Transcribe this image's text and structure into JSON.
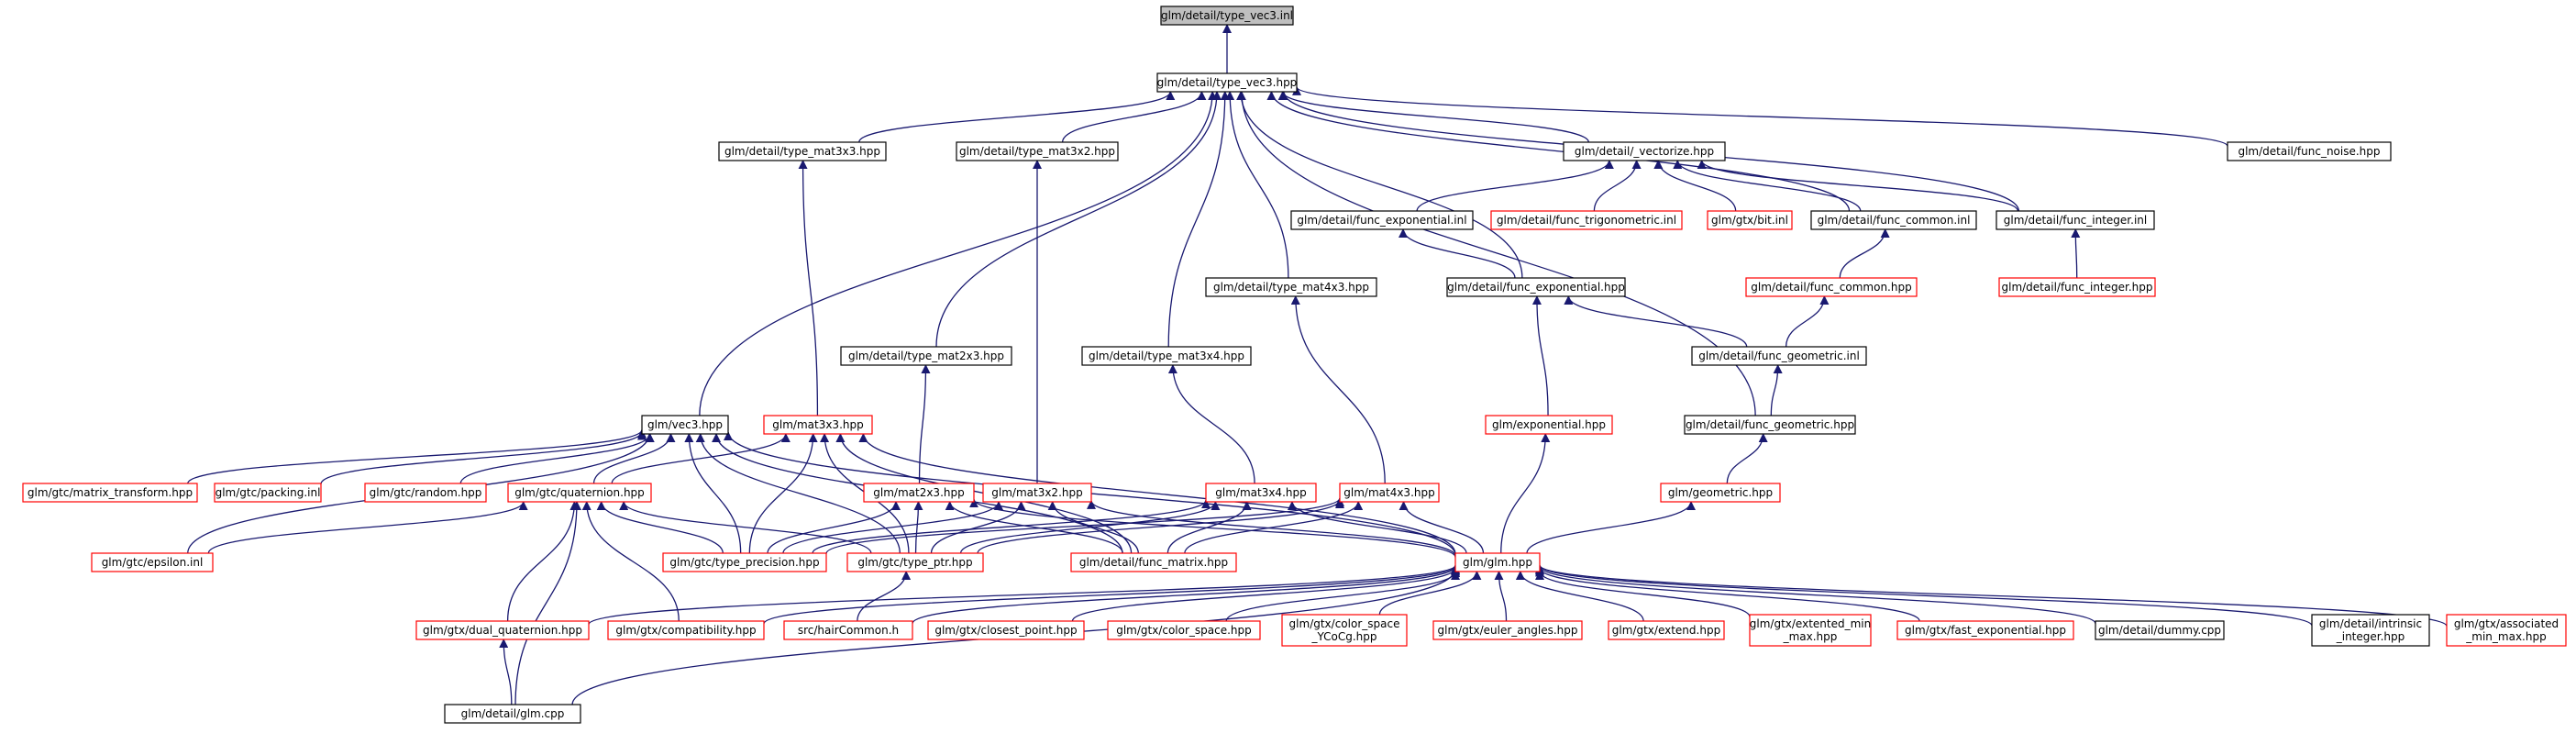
{
  "colors": {
    "edge": "#191970",
    "border_default": "#000000",
    "border_undocumented": "#ff0000",
    "root_fill": "#bfbfbf",
    "node_fill": "#ffffff"
  },
  "nodes": [
    {
      "id": "n0",
      "lines": [
        "glm/detail/type_vec3.inl"
      ],
      "style": "root"
    },
    {
      "id": "n1",
      "lines": [
        "glm/detail/type_vec3.hpp"
      ],
      "style": "default"
    },
    {
      "id": "n2",
      "lines": [
        "glm/detail/type_mat3x3.hpp"
      ],
      "style": "default"
    },
    {
      "id": "n3",
      "lines": [
        "glm/detail/type_mat3x2.hpp"
      ],
      "style": "default"
    },
    {
      "id": "n4",
      "lines": [
        "glm/detail/_vectorize.hpp"
      ],
      "style": "default"
    },
    {
      "id": "n5",
      "lines": [
        "glm/detail/func_noise.hpp"
      ],
      "style": "default"
    },
    {
      "id": "n6",
      "lines": [
        "glm/detail/func_exponential.inl"
      ],
      "style": "default"
    },
    {
      "id": "n7",
      "lines": [
        "glm/detail/func_trigonometric.inl"
      ],
      "style": "red"
    },
    {
      "id": "n8",
      "lines": [
        "glm/gtx/bit.inl"
      ],
      "style": "red"
    },
    {
      "id": "n9",
      "lines": [
        "glm/detail/func_common.inl"
      ],
      "style": "default"
    },
    {
      "id": "n10",
      "lines": [
        "glm/detail/func_integer.inl"
      ],
      "style": "default"
    },
    {
      "id": "n11",
      "lines": [
        "glm/detail/type_mat4x3.hpp"
      ],
      "style": "default"
    },
    {
      "id": "n12",
      "lines": [
        "glm/detail/func_exponential.hpp"
      ],
      "style": "default"
    },
    {
      "id": "n13",
      "lines": [
        "glm/detail/func_common.hpp"
      ],
      "style": "red"
    },
    {
      "id": "n14",
      "lines": [
        "glm/detail/func_integer.hpp"
      ],
      "style": "red"
    },
    {
      "id": "n15",
      "lines": [
        "glm/detail/type_mat2x3.hpp"
      ],
      "style": "default"
    },
    {
      "id": "n16",
      "lines": [
        "glm/detail/type_mat3x4.hpp"
      ],
      "style": "default"
    },
    {
      "id": "n17",
      "lines": [
        "glm/detail/func_geometric.inl"
      ],
      "style": "default"
    },
    {
      "id": "n18",
      "lines": [
        "glm/vec3.hpp"
      ],
      "style": "default"
    },
    {
      "id": "n19",
      "lines": [
        "glm/mat3x3.hpp"
      ],
      "style": "red"
    },
    {
      "id": "n20",
      "lines": [
        "glm/exponential.hpp"
      ],
      "style": "red"
    },
    {
      "id": "n21",
      "lines": [
        "glm/detail/func_geometric.hpp"
      ],
      "style": "default"
    },
    {
      "id": "n22",
      "lines": [
        "glm/gtc/matrix_transform.hpp"
      ],
      "style": "red"
    },
    {
      "id": "n23",
      "lines": [
        "glm/gtc/packing.inl"
      ],
      "style": "red"
    },
    {
      "id": "n24",
      "lines": [
        "glm/gtc/random.hpp"
      ],
      "style": "red"
    },
    {
      "id": "n25",
      "lines": [
        "glm/gtc/quaternion.hpp"
      ],
      "style": "red"
    },
    {
      "id": "n26",
      "lines": [
        "glm/mat2x3.hpp"
      ],
      "style": "red"
    },
    {
      "id": "n27",
      "lines": [
        "glm/mat3x2.hpp"
      ],
      "style": "red"
    },
    {
      "id": "n28",
      "lines": [
        "glm/mat3x4.hpp"
      ],
      "style": "red"
    },
    {
      "id": "n29",
      "lines": [
        "glm/mat4x3.hpp"
      ],
      "style": "red"
    },
    {
      "id": "n30",
      "lines": [
        "glm/geometric.hpp"
      ],
      "style": "red"
    },
    {
      "id": "n31",
      "lines": [
        "glm/gtc/epsilon.inl"
      ],
      "style": "red"
    },
    {
      "id": "n32",
      "lines": [
        "glm/gtc/type_precision.hpp"
      ],
      "style": "red"
    },
    {
      "id": "n33",
      "lines": [
        "glm/gtc/type_ptr.hpp"
      ],
      "style": "red"
    },
    {
      "id": "n34",
      "lines": [
        "glm/detail/func_matrix.hpp"
      ],
      "style": "red"
    },
    {
      "id": "n35",
      "lines": [
        "glm/glm.hpp"
      ],
      "style": "red"
    },
    {
      "id": "n36",
      "lines": [
        "glm/gtx/dual_quaternion.hpp"
      ],
      "style": "red"
    },
    {
      "id": "n37",
      "lines": [
        "glm/gtx/compatibility.hpp"
      ],
      "style": "red"
    },
    {
      "id": "n38",
      "lines": [
        "src/hairCommon.h"
      ],
      "style": "red"
    },
    {
      "id": "n39",
      "lines": [
        "glm/gtx/closest_point.hpp"
      ],
      "style": "red"
    },
    {
      "id": "n40",
      "lines": [
        "glm/gtx/color_space.hpp"
      ],
      "style": "red"
    },
    {
      "id": "n41",
      "lines": [
        "glm/gtx/color_space",
        "_YCoCg.hpp"
      ],
      "style": "red"
    },
    {
      "id": "n42",
      "lines": [
        "glm/gtx/euler_angles.hpp"
      ],
      "style": "red"
    },
    {
      "id": "n43",
      "lines": [
        "glm/gtx/extend.hpp"
      ],
      "style": "red"
    },
    {
      "id": "n44",
      "lines": [
        "glm/gtx/extented_min",
        "_max.hpp"
      ],
      "style": "red"
    },
    {
      "id": "n45",
      "lines": [
        "glm/gtx/fast_exponential.hpp"
      ],
      "style": "red"
    },
    {
      "id": "n46",
      "lines": [
        "glm/detail/dummy.cpp"
      ],
      "style": "default"
    },
    {
      "id": "n47",
      "lines": [
        "glm/detail/intrinsic",
        "_integer.hpp"
      ],
      "style": "default"
    },
    {
      "id": "n48",
      "lines": [
        "glm/gtx/associated",
        "_min_max.hpp"
      ],
      "style": "red"
    },
    {
      "id": "n49",
      "lines": [
        "glm/detail/glm.cpp"
      ],
      "style": "default"
    }
  ],
  "edges": [
    [
      "n1",
      "n0"
    ],
    [
      "n2",
      "n1"
    ],
    [
      "n3",
      "n1"
    ],
    [
      "n4",
      "n1"
    ],
    [
      "n5",
      "n1"
    ],
    [
      "n9",
      "n1"
    ],
    [
      "n10",
      "n1"
    ],
    [
      "n11",
      "n1"
    ],
    [
      "n12",
      "n1"
    ],
    [
      "n15",
      "n1"
    ],
    [
      "n16",
      "n1"
    ],
    [
      "n18",
      "n1"
    ],
    [
      "n21",
      "n1"
    ],
    [
      "n6",
      "n4"
    ],
    [
      "n7",
      "n4"
    ],
    [
      "n8",
      "n4"
    ],
    [
      "n9",
      "n4"
    ],
    [
      "n10",
      "n4"
    ],
    [
      "n12",
      "n6"
    ],
    [
      "n13",
      "n9"
    ],
    [
      "n14",
      "n10"
    ],
    [
      "n17",
      "n13"
    ],
    [
      "n17",
      "n12"
    ],
    [
      "n21",
      "n17"
    ],
    [
      "n20",
      "n12"
    ],
    [
      "n30",
      "n21"
    ],
    [
      "n19",
      "n2"
    ],
    [
      "n26",
      "n15"
    ],
    [
      "n27",
      "n3"
    ],
    [
      "n28",
      "n16"
    ],
    [
      "n29",
      "n11"
    ],
    [
      "n22",
      "n18"
    ],
    [
      "n23",
      "n18"
    ],
    [
      "n24",
      "n18"
    ],
    [
      "n25",
      "n18"
    ],
    [
      "n31",
      "n18"
    ],
    [
      "n32",
      "n18"
    ],
    [
      "n33",
      "n18"
    ],
    [
      "n35",
      "n18"
    ],
    [
      "n34",
      "n18"
    ],
    [
      "n25",
      "n19"
    ],
    [
      "n32",
      "n19"
    ],
    [
      "n33",
      "n19"
    ],
    [
      "n34",
      "n19"
    ],
    [
      "n35",
      "n19"
    ],
    [
      "n31",
      "n25"
    ],
    [
      "n32",
      "n25"
    ],
    [
      "n33",
      "n25"
    ],
    [
      "n36",
      "n25"
    ],
    [
      "n37",
      "n25"
    ],
    [
      "n49",
      "n25"
    ],
    [
      "n32",
      "n26"
    ],
    [
      "n33",
      "n26"
    ],
    [
      "n34",
      "n26"
    ],
    [
      "n35",
      "n26"
    ],
    [
      "n32",
      "n27"
    ],
    [
      "n33",
      "n27"
    ],
    [
      "n34",
      "n27"
    ],
    [
      "n35",
      "n27"
    ],
    [
      "n32",
      "n28"
    ],
    [
      "n33",
      "n28"
    ],
    [
      "n34",
      "n28"
    ],
    [
      "n35",
      "n28"
    ],
    [
      "n32",
      "n29"
    ],
    [
      "n33",
      "n29"
    ],
    [
      "n34",
      "n29"
    ],
    [
      "n35",
      "n29"
    ],
    [
      "n35",
      "n20"
    ],
    [
      "n35",
      "n30"
    ],
    [
      "n38",
      "n33"
    ],
    [
      "n36",
      "n35"
    ],
    [
      "n37",
      "n35"
    ],
    [
      "n38",
      "n35"
    ],
    [
      "n39",
      "n35"
    ],
    [
      "n40",
      "n35"
    ],
    [
      "n41",
      "n35"
    ],
    [
      "n42",
      "n35"
    ],
    [
      "n43",
      "n35"
    ],
    [
      "n44",
      "n35"
    ],
    [
      "n45",
      "n35"
    ],
    [
      "n46",
      "n35"
    ],
    [
      "n47",
      "n35"
    ],
    [
      "n48",
      "n35"
    ],
    [
      "n49",
      "n35"
    ],
    [
      "n49",
      "n36"
    ]
  ]
}
